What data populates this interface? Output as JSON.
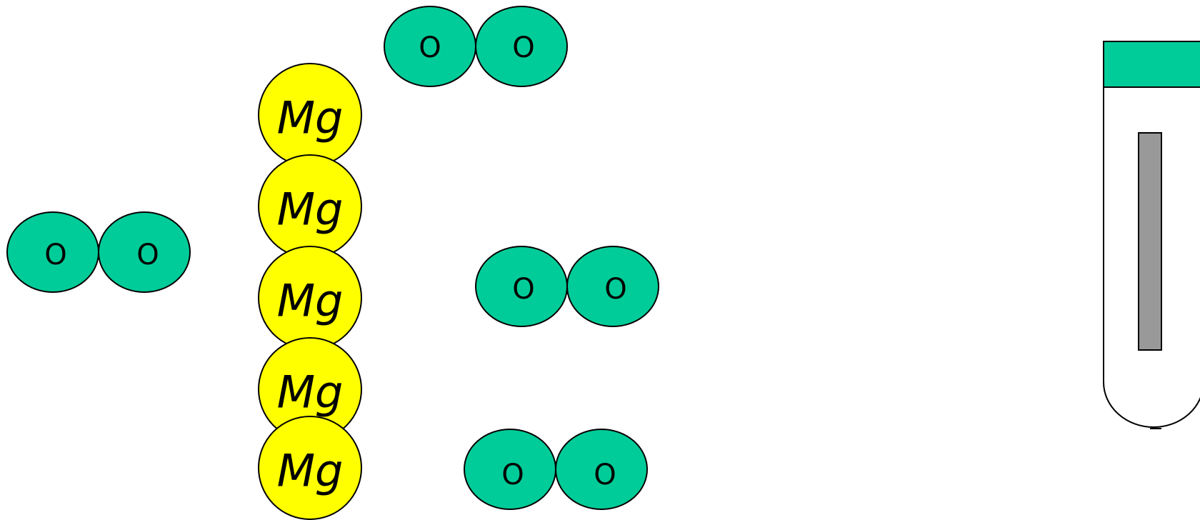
{
  "colors": {
    "oxygen_fill": "#00CC99",
    "magnesium_fill": "#FFFF00",
    "outline": "#000000",
    "tube_cap": "#00CC99",
    "ribbon": "#999999",
    "background": "#FFFFFF"
  },
  "labels": {
    "oxygen": "O",
    "magnesium": "Mg"
  },
  "oxygen_molecules": [
    {
      "atoms": [
        "O",
        "O"
      ]
    },
    {
      "atoms": [
        "O",
        "O"
      ]
    },
    {
      "atoms": [
        "O",
        "O"
      ]
    },
    {
      "atoms": [
        "O",
        "O"
      ]
    }
  ],
  "magnesium_ribbon": {
    "atoms": [
      "Mg",
      "Mg",
      "Mg",
      "Mg",
      "Mg"
    ]
  },
  "test_tube": {
    "has_cap": true,
    "contains": "magnesium-ribbon"
  }
}
